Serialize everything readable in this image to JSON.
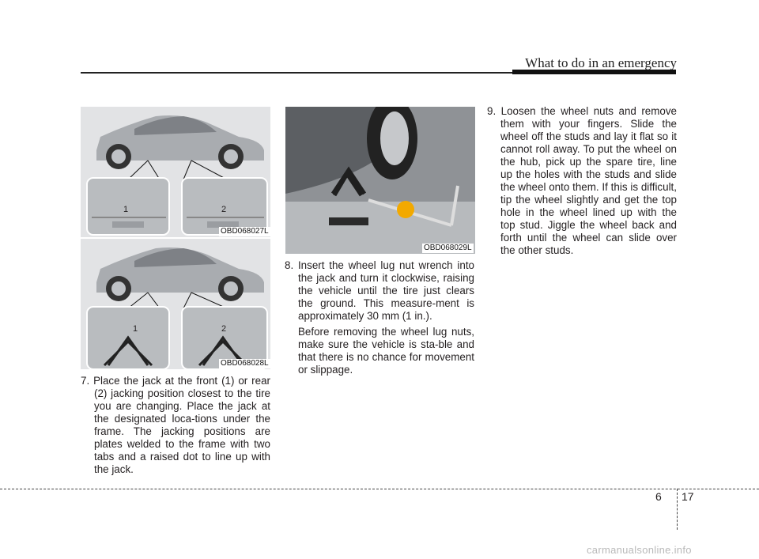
{
  "header": {
    "title": "What to do in an emergency"
  },
  "figures": [
    {
      "code": "OBD068027L",
      "callouts": [
        "1",
        "2"
      ]
    },
    {
      "code": "OBD068028L",
      "callouts": [
        "1",
        "2"
      ]
    },
    {
      "code": "OBD068029L"
    }
  ],
  "steps": {
    "step7": "7. Place the jack at the front (1) or rear (2) jacking position closest to the tire you are changing. Place the jack at the designated loca-tions under the frame. The jacking positions are plates welded to the frame with two tabs and a raised dot to line up with the jack.",
    "step8": "8. Insert the wheel lug nut wrench into the jack  and turn it clockwise, raising the vehicle until the tire just clears the ground. This measure-ment is approximately 30 mm (1 in.).",
    "step8_note": "Before removing the wheel lug nuts, make sure the vehicle is sta-ble and that there is no chance for movement or slippage.",
    "step9": "9. Loosen the wheel nuts and remove them with your fingers. Slide the wheel off the studs and lay it flat so it cannot roll away. To put the wheel on the hub, pick up the spare tire, line up the holes with the studs and slide the wheel onto them. If this is difficult, tip the wheel slightly and get the top hole in the wheel lined up with the top stud. Jiggle the wheel back and forth until the wheel can slide over the other studs."
  },
  "footer": {
    "section": "6",
    "page": "17"
  },
  "watermark": "carmanualsonline.info"
}
